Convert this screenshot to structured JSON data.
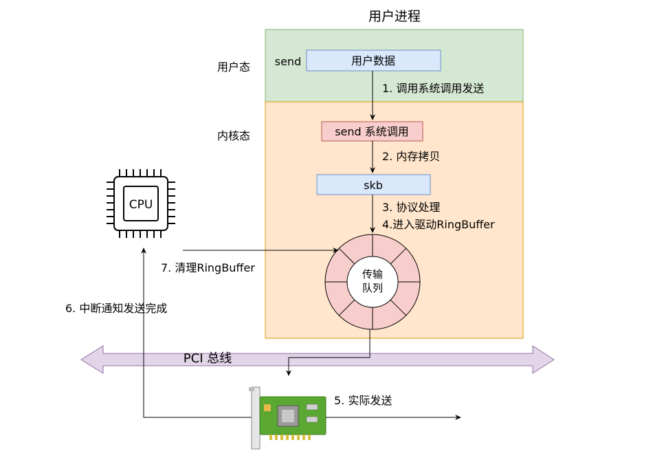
{
  "process_title": "用户进程",
  "zones": {
    "user_mode": "用户态",
    "kernel_mode": "内核态"
  },
  "user": {
    "send_label": "send",
    "user_data": "用户数据"
  },
  "kernel": {
    "syscall_box": "send 系统调用",
    "skb_box": "skb"
  },
  "ring": {
    "line1": "传输",
    "line2": "队列"
  },
  "cpu": {
    "label": "CPU"
  },
  "bus": {
    "label": "PCI 总线"
  },
  "steps": {
    "s1": "1. 调用系统调用发送",
    "s2": "2. 内存拷贝",
    "s3": "3. 协议处理",
    "s4": "4.进入驱动RingBuffer",
    "s5": "5. 实际发送",
    "s6": "6. 中断通知发送完成",
    "s7": "7. 清理RingBuffer"
  },
  "colors": {
    "user_zone": "#d5e8d4",
    "user_zone_border": "#82b366",
    "kernel_zone": "#ffe6cc",
    "kernel_zone_border": "#d79b00",
    "blue_box": "#dae8fc",
    "blue_box_border": "#6c8ebf",
    "red_box": "#f8cecc",
    "red_box_border": "#b85450",
    "bus_fill": "#e1d5e7",
    "bus_border": "#9673a6",
    "card_green": "#5aa832"
  }
}
